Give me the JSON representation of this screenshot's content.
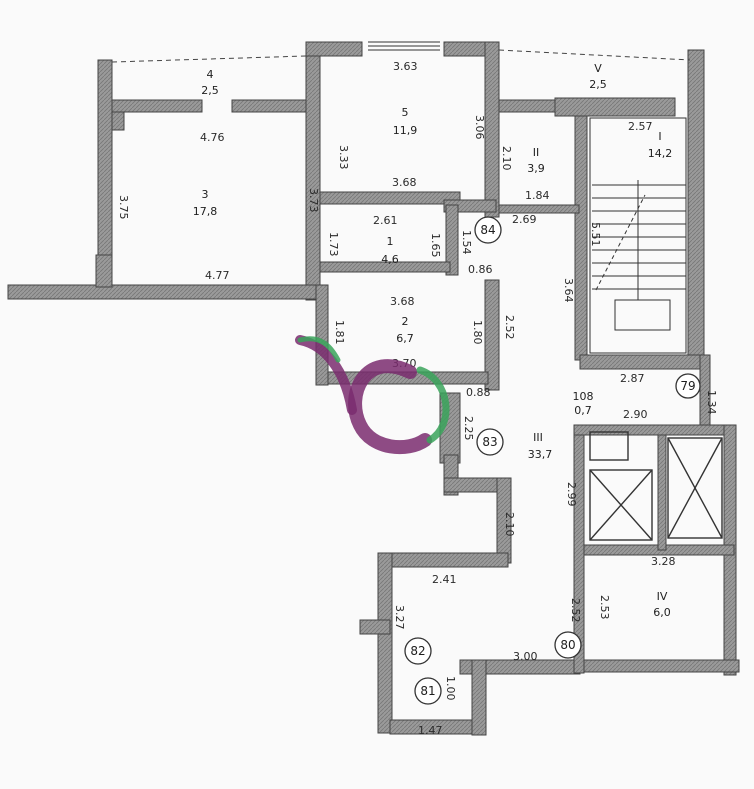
{
  "rooms": [
    {
      "id": "r4",
      "name": "4",
      "area": "2,5"
    },
    {
      "id": "r5",
      "name": "5",
      "area": "11,9"
    },
    {
      "id": "r3",
      "name": "3",
      "area": "17,8"
    },
    {
      "id": "r1",
      "name": "1",
      "area": "4,6"
    },
    {
      "id": "r2",
      "name": "2",
      "area": "6,7"
    },
    {
      "id": "rII",
      "name": "II",
      "area": "3,9"
    },
    {
      "id": "rI",
      "name": "I",
      "area": "14,2"
    },
    {
      "id": "rV",
      "name": "V",
      "area": "2,5"
    },
    {
      "id": "rIII",
      "name": "III",
      "area": "33,7"
    },
    {
      "id": "rIV",
      "name": "IV",
      "area": "6,0"
    },
    {
      "id": "r108",
      "name": "108",
      "area": "0,7"
    }
  ],
  "dims": [
    "3.63",
    "4.76",
    "3.33",
    "3.06",
    "3.68",
    "3.75",
    "3.73",
    "2.61",
    "1.73",
    "1.65",
    "1.54",
    "0.86",
    "4.77",
    "3.68",
    "1.81",
    "1.80",
    "3.70",
    "2.52",
    "0.88",
    "2.10",
    "1.84",
    "2.69",
    "2.57",
    "5.51",
    "3.64",
    "2.87",
    "1.34",
    "2.90",
    "2.25",
    "2.99",
    "3.28",
    "2.10",
    "2.41",
    "3.27",
    "2.52",
    "2.53",
    "3.00",
    "1.00",
    "1.47"
  ],
  "markers": [
    "84",
    "83",
    "79",
    "82",
    "81",
    "80"
  ],
  "colors": {
    "wall": "#999999",
    "wall_outline": "#444444",
    "logo_purple": "#7a2c6e",
    "logo_green": "#3aa35a"
  }
}
